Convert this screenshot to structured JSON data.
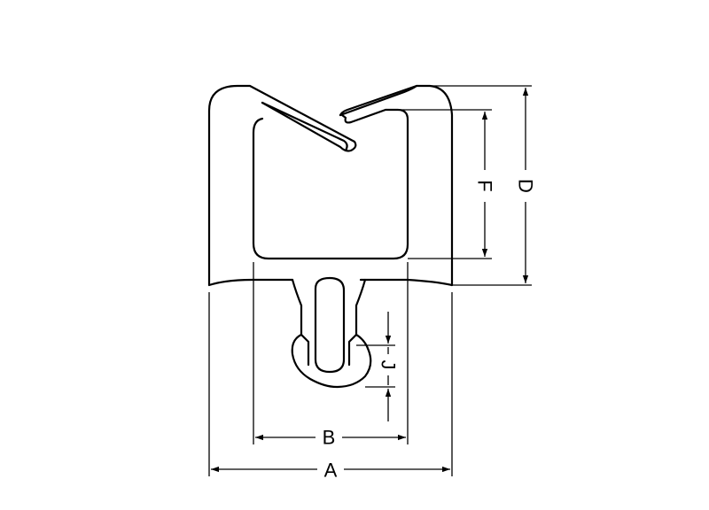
{
  "dimension_labels": {
    "a": "A",
    "b": "B",
    "d": "D",
    "f": "F",
    "j": "J"
  }
}
